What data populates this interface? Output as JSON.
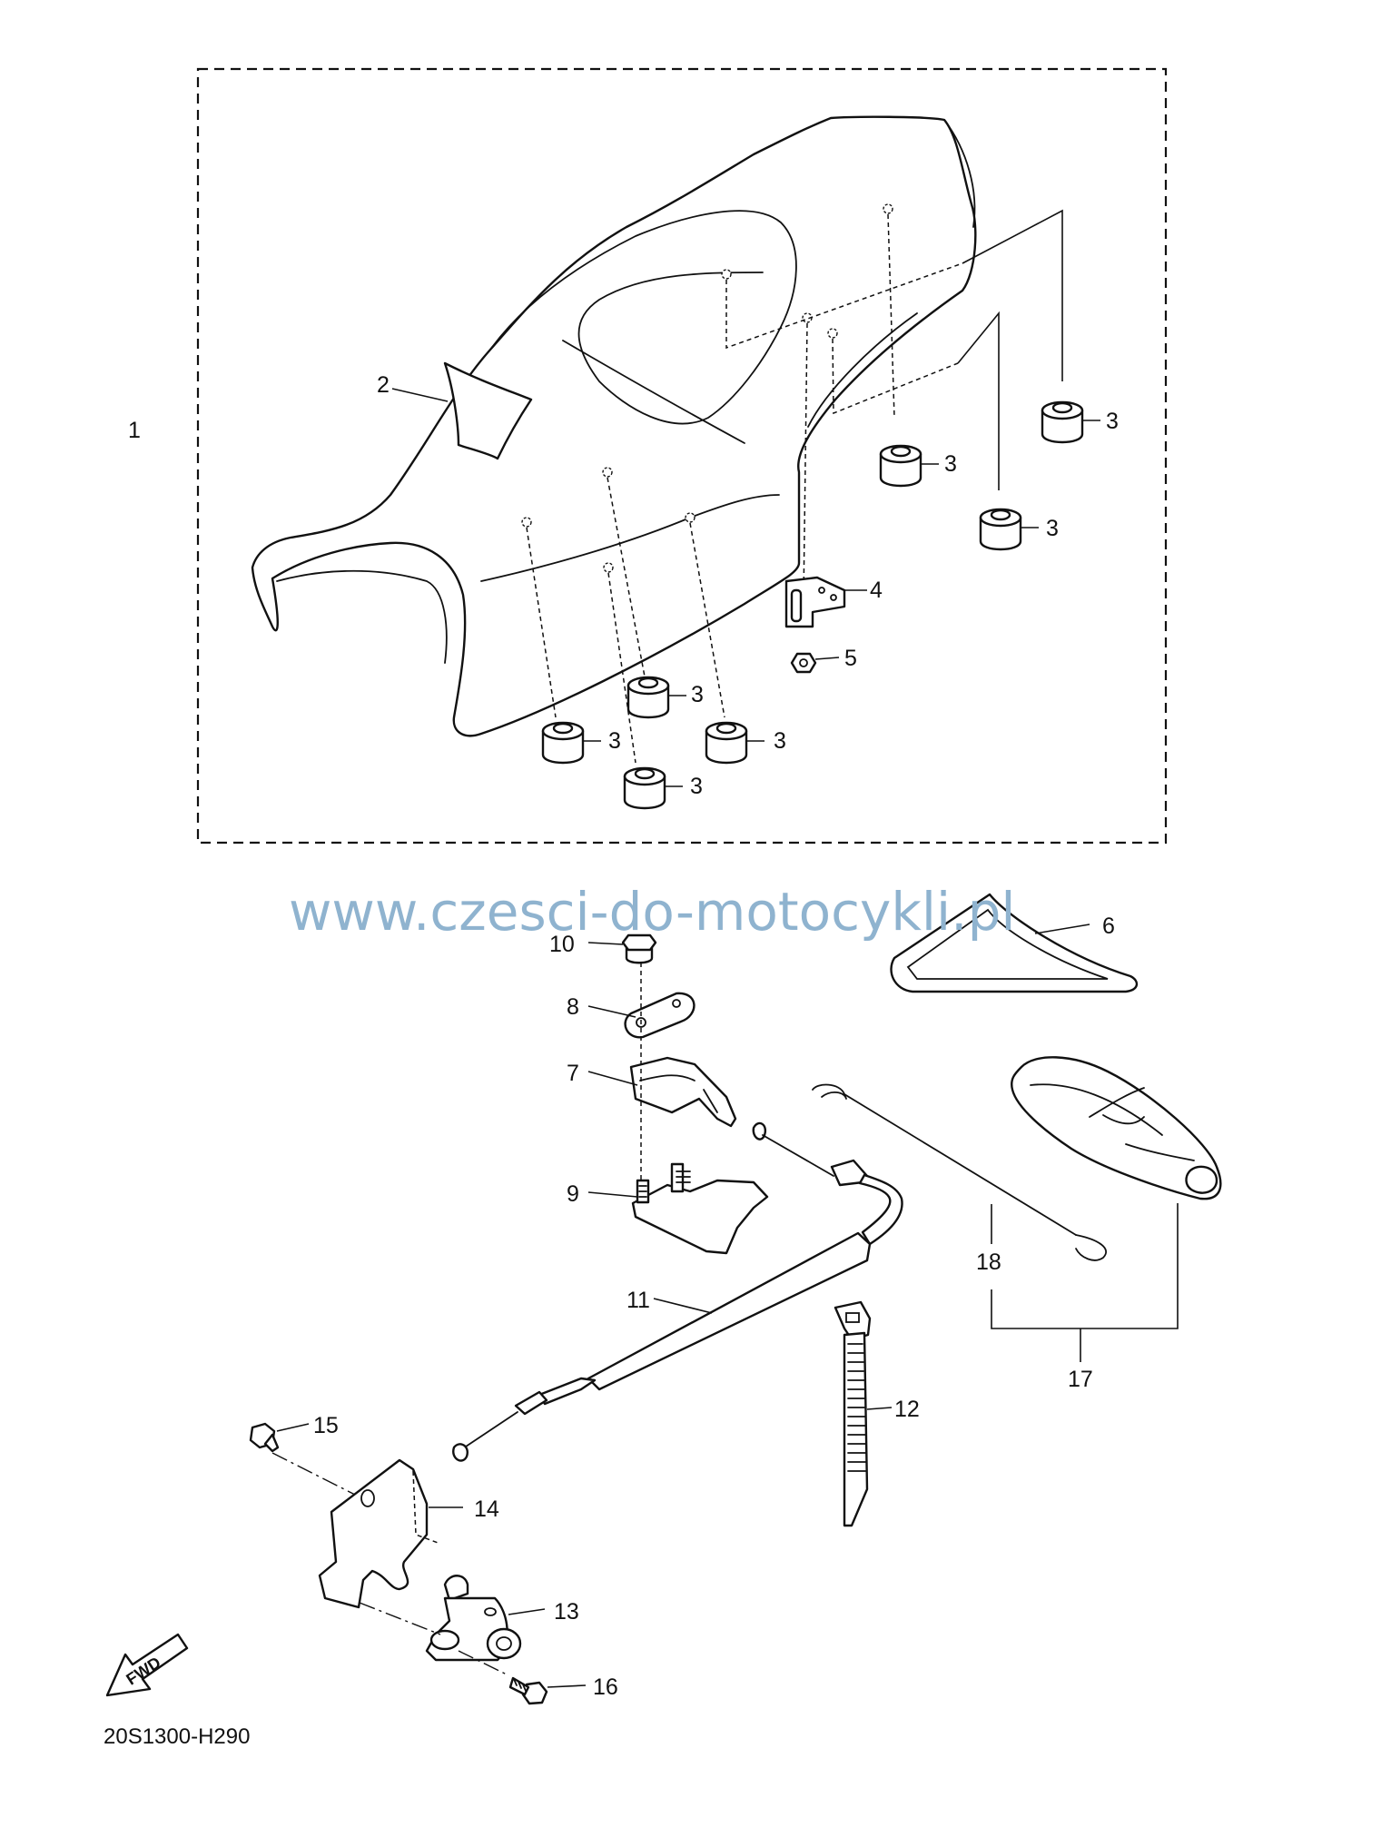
{
  "diagram": {
    "drawing_code": "20S1300-H290",
    "watermark": "www.czesci-do-motocykli.pl",
    "fwd_label": "FWD"
  },
  "callouts": {
    "c1": "1",
    "c2": "2",
    "c3a": "3",
    "c3b": "3",
    "c3c": "3",
    "c3d": "3",
    "c3e": "3",
    "c3f": "3",
    "c3g": "3",
    "c4": "4",
    "c5": "5",
    "c6": "6",
    "c7": "7",
    "c8": "8",
    "c9": "9",
    "c10": "10",
    "c11": "11",
    "c12": "12",
    "c13": "13",
    "c14": "14",
    "c15": "15",
    "c16": "16",
    "c17": "17",
    "c18": "18"
  }
}
